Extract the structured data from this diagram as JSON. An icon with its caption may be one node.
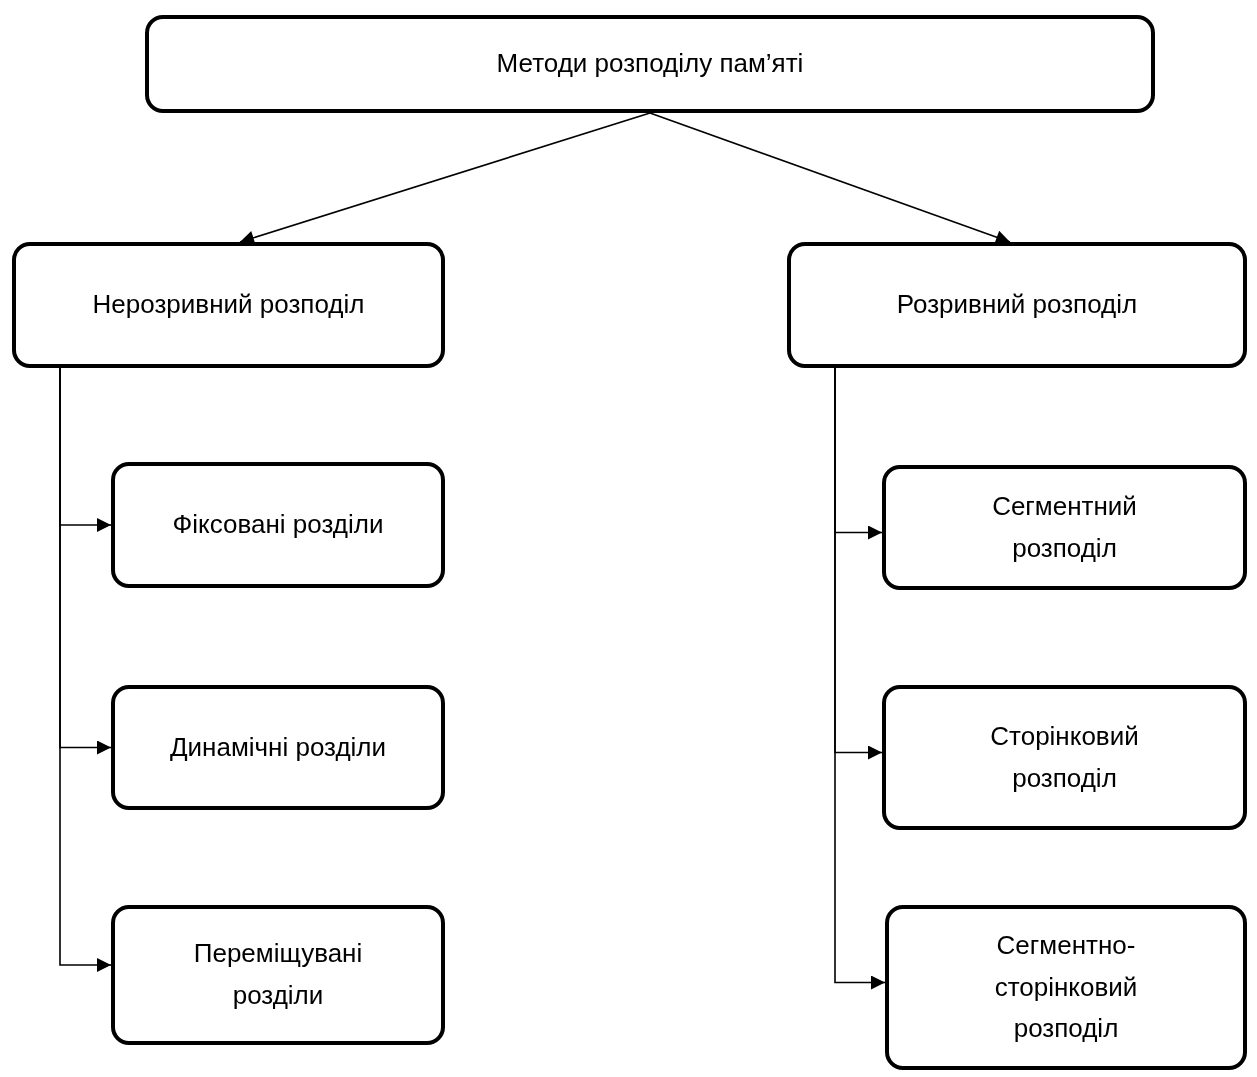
{
  "diagram": {
    "nodes": [
      {
        "text": [
          "Методи розподілу пам’яті"
        ]
      },
      {
        "text": [
          "Нерозривний розподіл"
        ]
      },
      {
        "text": [
          "Розривний розподіл"
        ]
      },
      {
        "text": [
          "Фіксовані розділи"
        ]
      },
      {
        "text": [
          "Динамічні розділи"
        ]
      },
      {
        "text": [
          "Переміщувані розділи"
        ]
      },
      {
        "text": [
          "Сегментний розподіл"
        ]
      },
      {
        "text": [
          "Сторінковий розподіл"
        ]
      },
      {
        "text": [
          "Сегментно-сторінковий розподіл"
        ]
      }
    ],
    "edges": [
      {
        "from": 0,
        "to": 1,
        "arrow": "to"
      },
      {
        "from": 0,
        "to": 2,
        "arrow": "to"
      },
      {
        "from": 1,
        "to": 3,
        "arrow": "to"
      },
      {
        "from": 1,
        "to": 4,
        "arrow": "to"
      },
      {
        "from": 1,
        "to": 5,
        "arrow": "to"
      },
      {
        "from": 2,
        "to": 6,
        "arrow": "to"
      },
      {
        "from": 2,
        "to": 7,
        "arrow": "to"
      },
      {
        "from": 2,
        "to": 8,
        "arrow": "to"
      }
    ]
  }
}
